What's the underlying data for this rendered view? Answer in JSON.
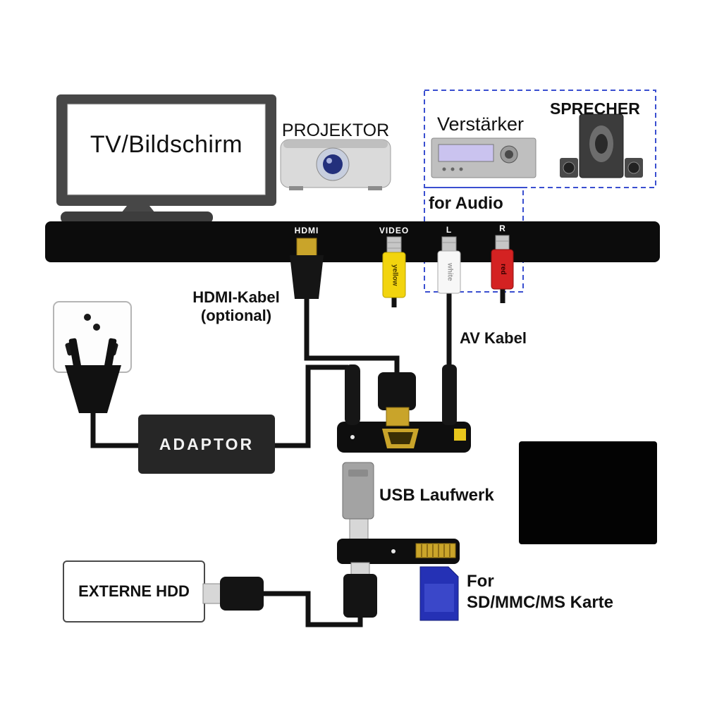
{
  "diagram": {
    "tv_label": "TV/Bildschirm",
    "projector_label": "PROJEKTOR",
    "amplifier_label": "Verstärker",
    "speakers_label": "SPRECHER",
    "for_audio_label": "for Audio",
    "adaptor_label": "ADAPTOR",
    "usb_drive_label": "USB Laufwerk",
    "external_hdd_label": "EXTERNE HDD",
    "sd_label_line1": "For",
    "sd_label_line2": "SD/MMC/MS Karte",
    "hdmi_cable_label_line1": "HDMI-Kabel",
    "hdmi_cable_label_line2": "(optional)",
    "av_cable_label": "AV Kabel"
  },
  "panel_ports": {
    "hdmi": "HDMI",
    "video": "VIDEO",
    "audio_left": "L",
    "audio_right": "R"
  },
  "connectors": {
    "yellow": "yellow",
    "white": "white",
    "red": "red"
  },
  "colors": {
    "dashed_outline": "#3a4fd0",
    "rca_yellow": "#f2d40e",
    "rca_red": "#d42222",
    "rca_white": "#f7f7f7",
    "hdmi_gold": "#c9a42a",
    "sd_card_blue": "#2531b5",
    "panel_black": "#0c0c0c"
  }
}
